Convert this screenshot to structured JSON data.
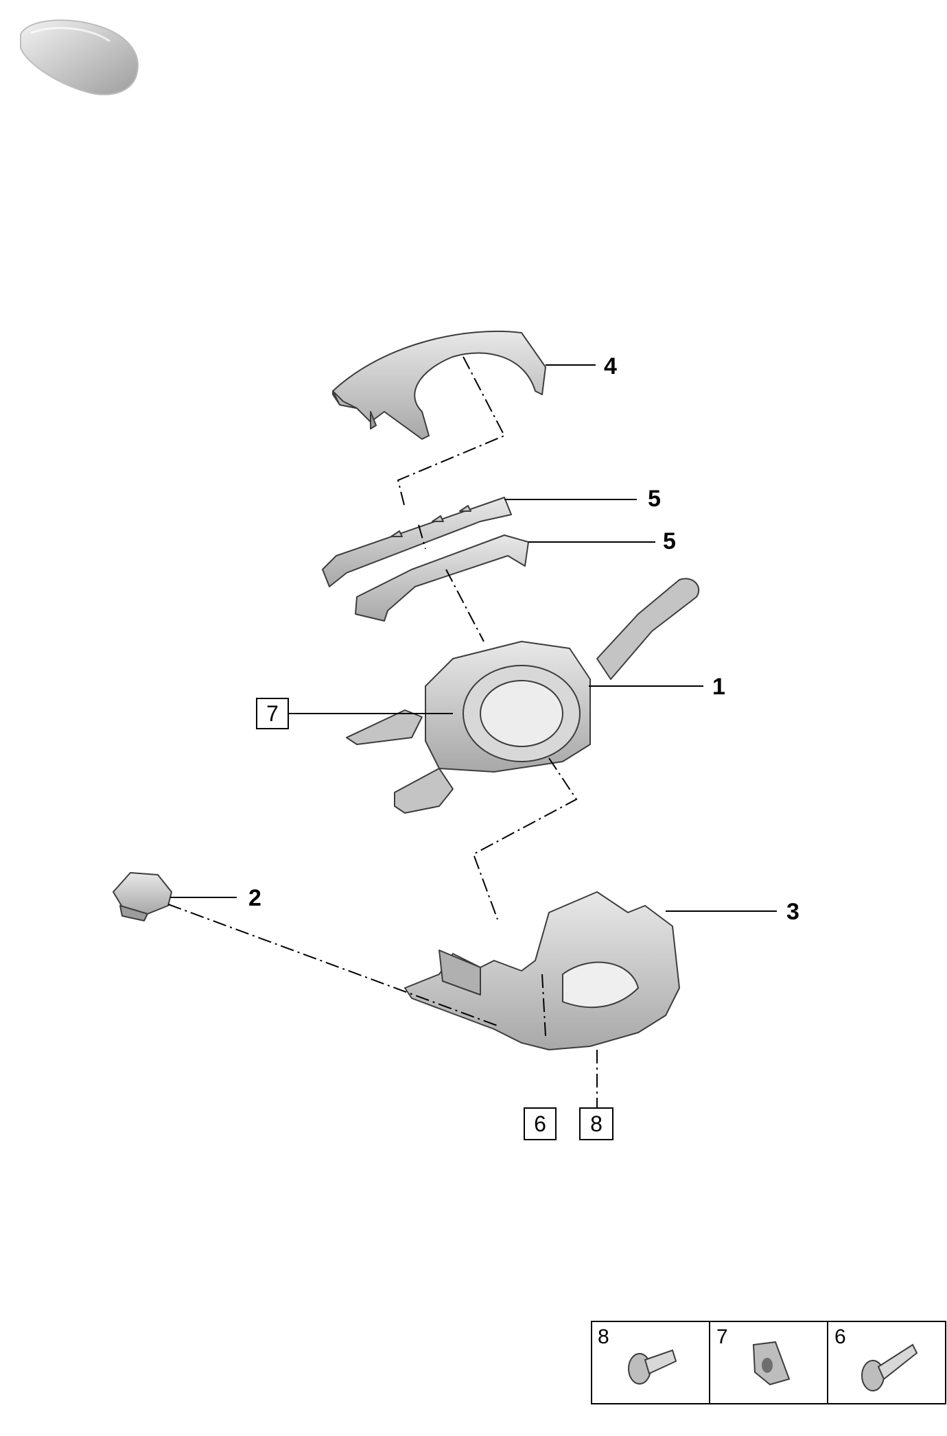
{
  "callouts": [
    {
      "id": "4",
      "label": "4"
    },
    {
      "id": "5a",
      "label": "5"
    },
    {
      "id": "5b",
      "label": "5"
    },
    {
      "id": "1",
      "label": "1"
    },
    {
      "id": "2",
      "label": "2"
    },
    {
      "id": "3",
      "label": "3"
    }
  ],
  "boxed_callouts": [
    {
      "id": "7",
      "label": "7"
    },
    {
      "id": "6",
      "label": "6"
    },
    {
      "id": "8",
      "label": "8"
    }
  ],
  "legend": [
    {
      "label": "8",
      "icon": "bolt-icon"
    },
    {
      "label": "7",
      "icon": "clip-nut-icon"
    },
    {
      "label": "6",
      "icon": "screw-icon"
    }
  ],
  "colors": {
    "part_fill": "#d0d0d0",
    "part_light": "#e6e6e6",
    "part_dark": "#9c9c9c",
    "line": "#000000"
  }
}
